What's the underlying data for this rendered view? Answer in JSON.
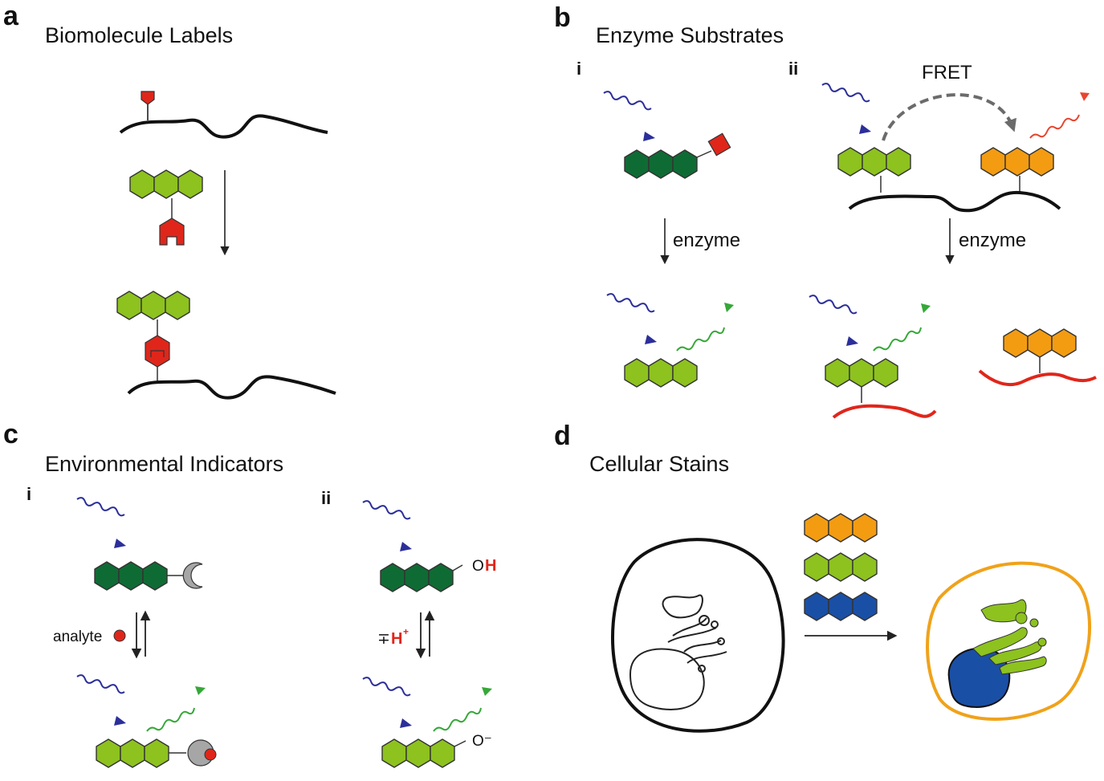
{
  "colors": {
    "dark_green": "#0f6b34",
    "light_green": "#8dc21f",
    "orange": "#f39c12",
    "blue": "#1a4fa6",
    "red": "#e0261b",
    "gray": "#a6a6a6",
    "excitation": "#2b2f9a",
    "emission_green": "#35a838",
    "emission_red": "#e8452f",
    "cell_stained": "#f0a21a"
  },
  "panels": {
    "a": {
      "letter": "a",
      "title": "Biomolecule Labels"
    },
    "b": {
      "letter": "b",
      "title": "Enzyme Substrates",
      "sub_i": "i",
      "sub_ii": "ii",
      "fret_label": "FRET",
      "enzyme_label_i": "enzyme",
      "enzyme_label_ii": "enzyme"
    },
    "c": {
      "letter": "c",
      "title": "Environmental Indicators",
      "sub_i": "i",
      "sub_ii": "ii",
      "analyte_label": "analyte",
      "oh_o": "O",
      "oh_h": "H",
      "o_minus": "O⁻",
      "mp_sign": "∓",
      "h_plus": "H",
      "h_plus_sup": "+"
    },
    "d": {
      "letter": "d",
      "title": "Cellular Stains"
    }
  }
}
